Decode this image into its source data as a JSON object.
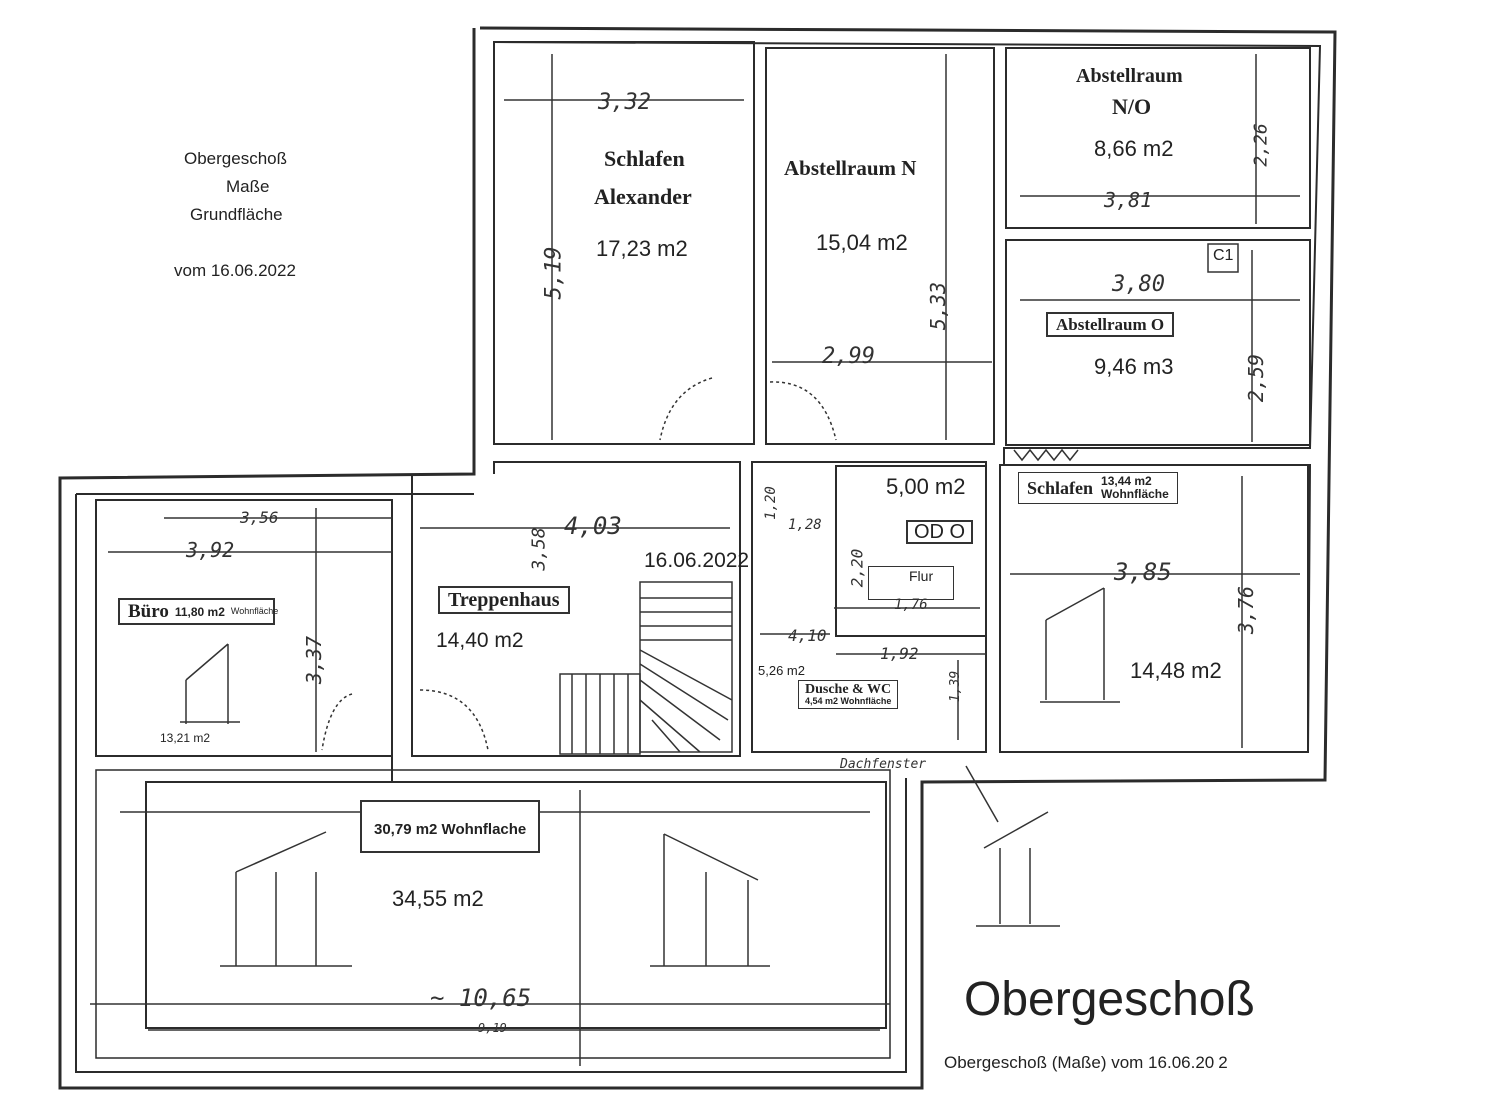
{
  "header": {
    "line1": "Obergeschoß",
    "line2": "Maße",
    "line3": "Grundfläche",
    "date": "vom 16.06.2022"
  },
  "title": "Obergeschoß",
  "footer": "Obergeschoß  (Maße) vom 16.06.20",
  "footer_end": "2",
  "stamp_date": "16.06.2022",
  "rooms": {
    "schlafen_alexander": {
      "name1": "Schlafen",
      "name2": "Alexander",
      "area": "17,23 m2",
      "width": "3,32",
      "height": "5,19"
    },
    "abstellraum_n": {
      "name": "Abstellraum N",
      "area": "15,04 m2",
      "width": "2,99",
      "height": "5,33"
    },
    "abstellraum_no": {
      "name1": "Abstellraum",
      "name2": "N/O",
      "area": "8,66 m2",
      "width": "3,81",
      "height": "2,26"
    },
    "abstellraum_o": {
      "name": "Abstellraum O",
      "area": "9,46 m3",
      "width": "3,80",
      "height": "2,59",
      "label": "C1"
    },
    "buero": {
      "name": "Büro",
      "living": "11,80 m2",
      "living_note": "Wohnfläche",
      "area": "13,21 m2",
      "width_outer": "3,56",
      "width": "3,92",
      "height": "3,37"
    },
    "treppenhaus": {
      "name": "Treppenhaus",
      "area": "14,40 m2",
      "width": "4,03",
      "height": "3,58"
    },
    "flur": {
      "name": "Flur",
      "area": "5,00 m2",
      "width": "1,76",
      "height": "2,20",
      "label": "OD O",
      "dim_a": "1,28",
      "dim_b": "1,20"
    },
    "dusche_wc": {
      "name": "Dusche & WC",
      "living": "4,54 m2 Wohnfläche",
      "area": "5,26 m2",
      "width": "1,92",
      "height": "1,39",
      "dim": "4,10"
    },
    "schlafen": {
      "name": "Schlafen",
      "living": "13,44 m2",
      "living_note": "Wohnfläche",
      "area": "14,48 m2",
      "width": "3,85",
      "height": "3,76"
    },
    "dachraum": {
      "living": "30,79 m2 Wohnflache",
      "area": "34,55 m2",
      "width": "~ 10,65",
      "inner": "9,19"
    }
  },
  "annotations": {
    "dachfenster": "Dachfenster"
  }
}
